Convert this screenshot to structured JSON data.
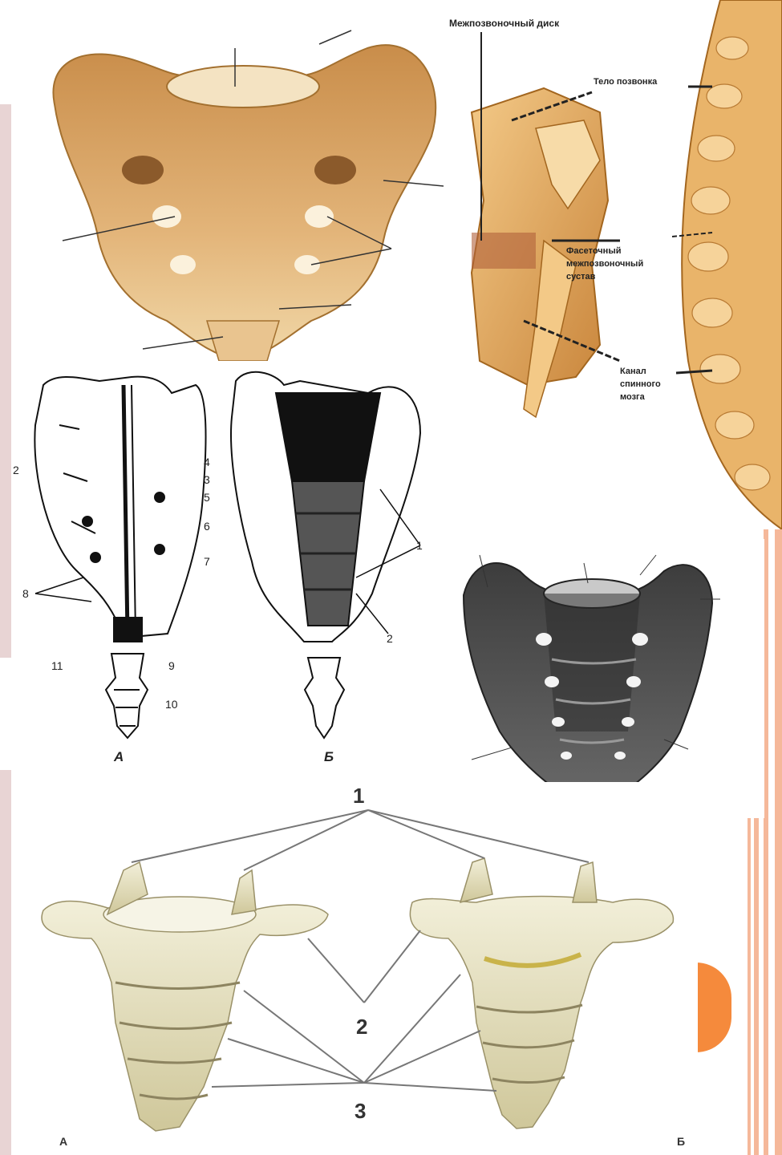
{
  "colors": {
    "background": "#ffffff",
    "side_bar": "#e8d4d4",
    "accent_stripe": "#f5b89a",
    "accent_circle": "#f58a3c",
    "bone_tan": "#d9a561",
    "bone_light": "#f1d8a8",
    "bone_pale": "#e9e4c7",
    "ink": "#1a1a1a"
  },
  "icons": [
    "sacrum-anterior-illustration",
    "spine-lateral-illustration",
    "sacrum-drawing-a",
    "sacrum-drawing-b",
    "sacrum-dark-anterior",
    "coccyx-illustration"
  ],
  "labels": {
    "fig_a": "А",
    "fig_b": "Б",
    "spine_disc": "Межпозвоночный диск",
    "spine_body": "Тело позвонка",
    "spine_joint": "Фасеточный межпозвоночный сустав",
    "spine_canal": "Канал спинного мозга",
    "bottom_1": "1",
    "bottom_2": "2",
    "bottom_3": "3",
    "bottom_a": "А",
    "bottom_b": "Б",
    "num_2": "2",
    "num_3": "3",
    "num_4": "4",
    "num_5": "5",
    "num_6": "6",
    "num_7": "7",
    "num_8": "8",
    "num_9": "9",
    "num_10": "10",
    "num_11": "11",
    "num_b1": "1",
    "num_b2": "2"
  }
}
